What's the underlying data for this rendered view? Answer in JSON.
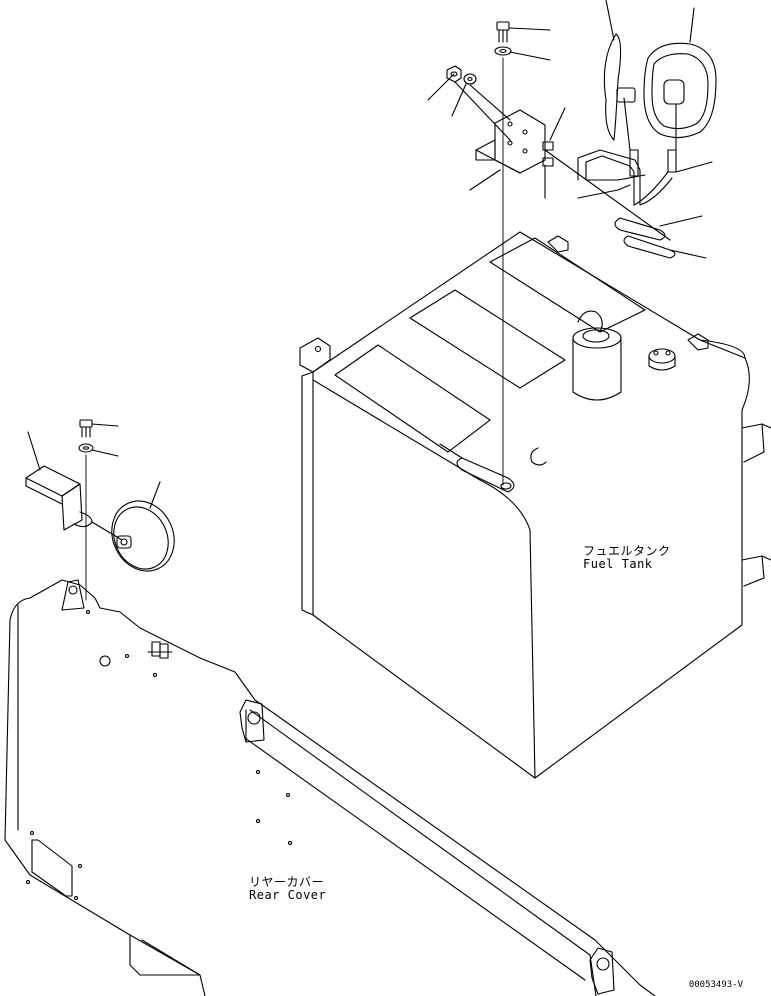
{
  "labels": {
    "fuel_tank_jp": "フュエルタンク",
    "fuel_tank_en": "Fuel Tank",
    "rear_cover_jp": "リヤーカバー",
    "rear_cover_en": "Rear Cover"
  },
  "drawing_code": "00053493-V"
}
